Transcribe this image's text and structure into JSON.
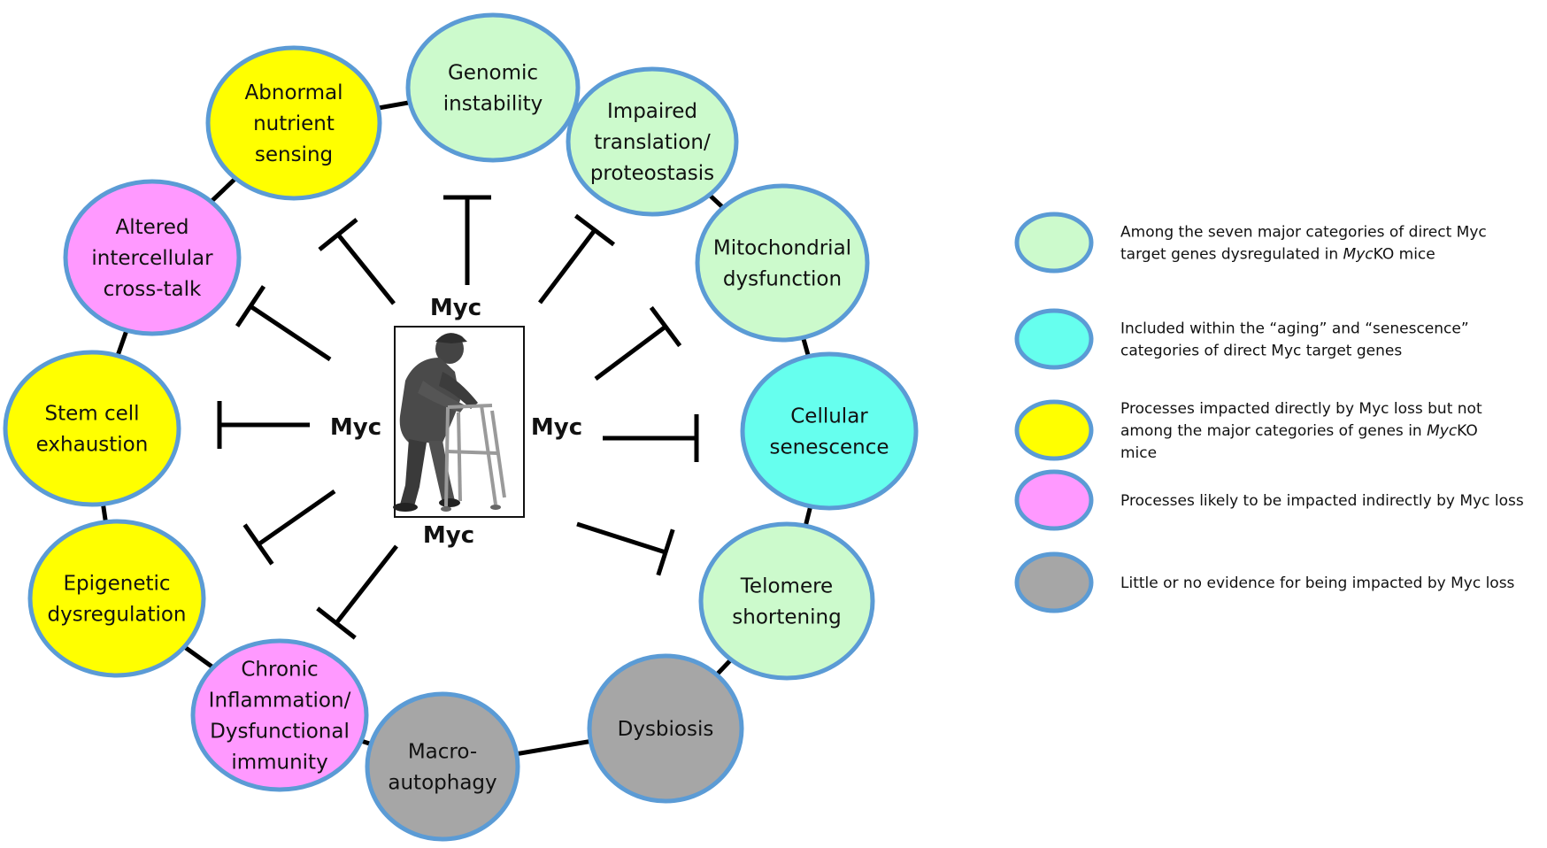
{
  "colors": {
    "light_green": "#ccfacc",
    "cyan": "#66ffee",
    "yellow": "#ffff00",
    "pink": "#ff99ff",
    "gray": "#a6a6a6",
    "node_border": "#5b9bd5",
    "line": "#000000"
  },
  "figure": {
    "icon": "elderly-person-with-walker-icon",
    "myc_labels": [
      "Myc",
      "Myc",
      "Myc",
      "Myc"
    ]
  },
  "nodes": [
    {
      "id": "genomic-instability",
      "lines": [
        "Genomic",
        "instability"
      ],
      "category": "light_green"
    },
    {
      "id": "impaired-translation",
      "lines": [
        "Impaired",
        "translation/",
        "proteostasis"
      ],
      "category": "light_green"
    },
    {
      "id": "mitochondrial-dysfunction",
      "lines": [
        "Mitochondrial",
        "dysfunction"
      ],
      "category": "light_green"
    },
    {
      "id": "cellular-senescence",
      "lines": [
        "Cellular",
        "senescence"
      ],
      "category": "cyan"
    },
    {
      "id": "telomere-shortening",
      "lines": [
        "Telomere",
        "shortening"
      ],
      "category": "light_green"
    },
    {
      "id": "dysbiosis",
      "lines": [
        "Dysbiosis"
      ],
      "category": "gray"
    },
    {
      "id": "macro-autophagy",
      "lines": [
        "Macro-",
        "autophagy"
      ],
      "category": "gray"
    },
    {
      "id": "chronic-inflammation",
      "lines": [
        "Chronic",
        "Inflammation/",
        "Dysfunctional",
        "immunity"
      ],
      "category": "pink"
    },
    {
      "id": "epigenetic-dysregulation",
      "lines": [
        "Epigenetic",
        "dysregulation"
      ],
      "category": "yellow"
    },
    {
      "id": "stem-cell-exhaustion",
      "lines": [
        "Stem cell",
        "exhaustion"
      ],
      "category": "yellow"
    },
    {
      "id": "altered-intercellular",
      "lines": [
        "Altered",
        "intercellular",
        "cross-talk"
      ],
      "category": "pink"
    },
    {
      "id": "abnormal-nutrient",
      "lines": [
        "Abnormal",
        "nutrient",
        "sensing"
      ],
      "category": "yellow"
    }
  ],
  "legend": [
    {
      "category": "light_green",
      "lines": [
        [
          {
            "t": "Among the seven major categories of direct Myc"
          }
        ],
        [
          {
            "t": "target genes dysregulated in "
          },
          {
            "t": "Myc",
            "i": true
          },
          {
            "t": "KO mice"
          }
        ]
      ]
    },
    {
      "category": "cyan",
      "lines": [
        [
          {
            "t": "Included within the “aging” and “senescence”"
          }
        ],
        [
          {
            "t": "categories of direct Myc target genes"
          }
        ]
      ]
    },
    {
      "category": "yellow",
      "lines": [
        [
          {
            "t": "Processes impacted directly by Myc loss but not"
          }
        ],
        [
          {
            "t": "among the major categories of genes in "
          },
          {
            "t": "Myc",
            "i": true
          },
          {
            "t": "KO"
          }
        ],
        [
          {
            "t": "mice"
          }
        ]
      ]
    },
    {
      "category": "pink",
      "lines": [
        [
          {
            "t": "Processes likely to be impacted indirectly by Myc loss"
          }
        ]
      ]
    },
    {
      "category": "gray",
      "lines": [
        [
          {
            "t": "Little or no evidence for being impacted by Myc loss"
          }
        ]
      ]
    }
  ]
}
